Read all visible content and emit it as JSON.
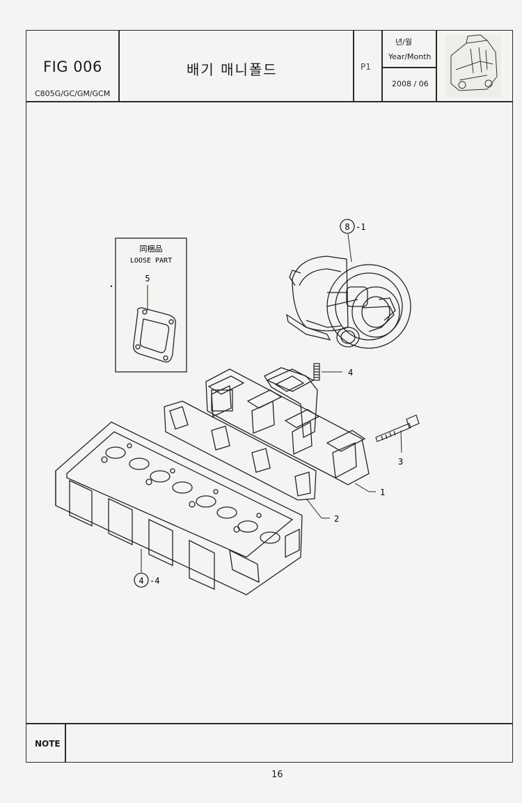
{
  "header": {
    "fig_label": "FIG 006",
    "model": "C805G/GC/GM/GCM",
    "title": "배기 매니폴드",
    "page_code": "P1",
    "year_month_kr": "년/월",
    "year_month_en": "Year/Month",
    "date": "2008 / 06"
  },
  "diagram": {
    "loose_part_kr": "同梱品",
    "loose_part_en": "LOOSE PART",
    "labels": {
      "turbo_ref": "8",
      "turbo_suffix": "-1",
      "head_ref": "4",
      "head_suffix": "-4",
      "p1": "1",
      "p2": "2",
      "p3": "3",
      "p4": "4",
      "p5": "5"
    }
  },
  "footer": {
    "note_label": "NOTE",
    "page_number": "16"
  }
}
